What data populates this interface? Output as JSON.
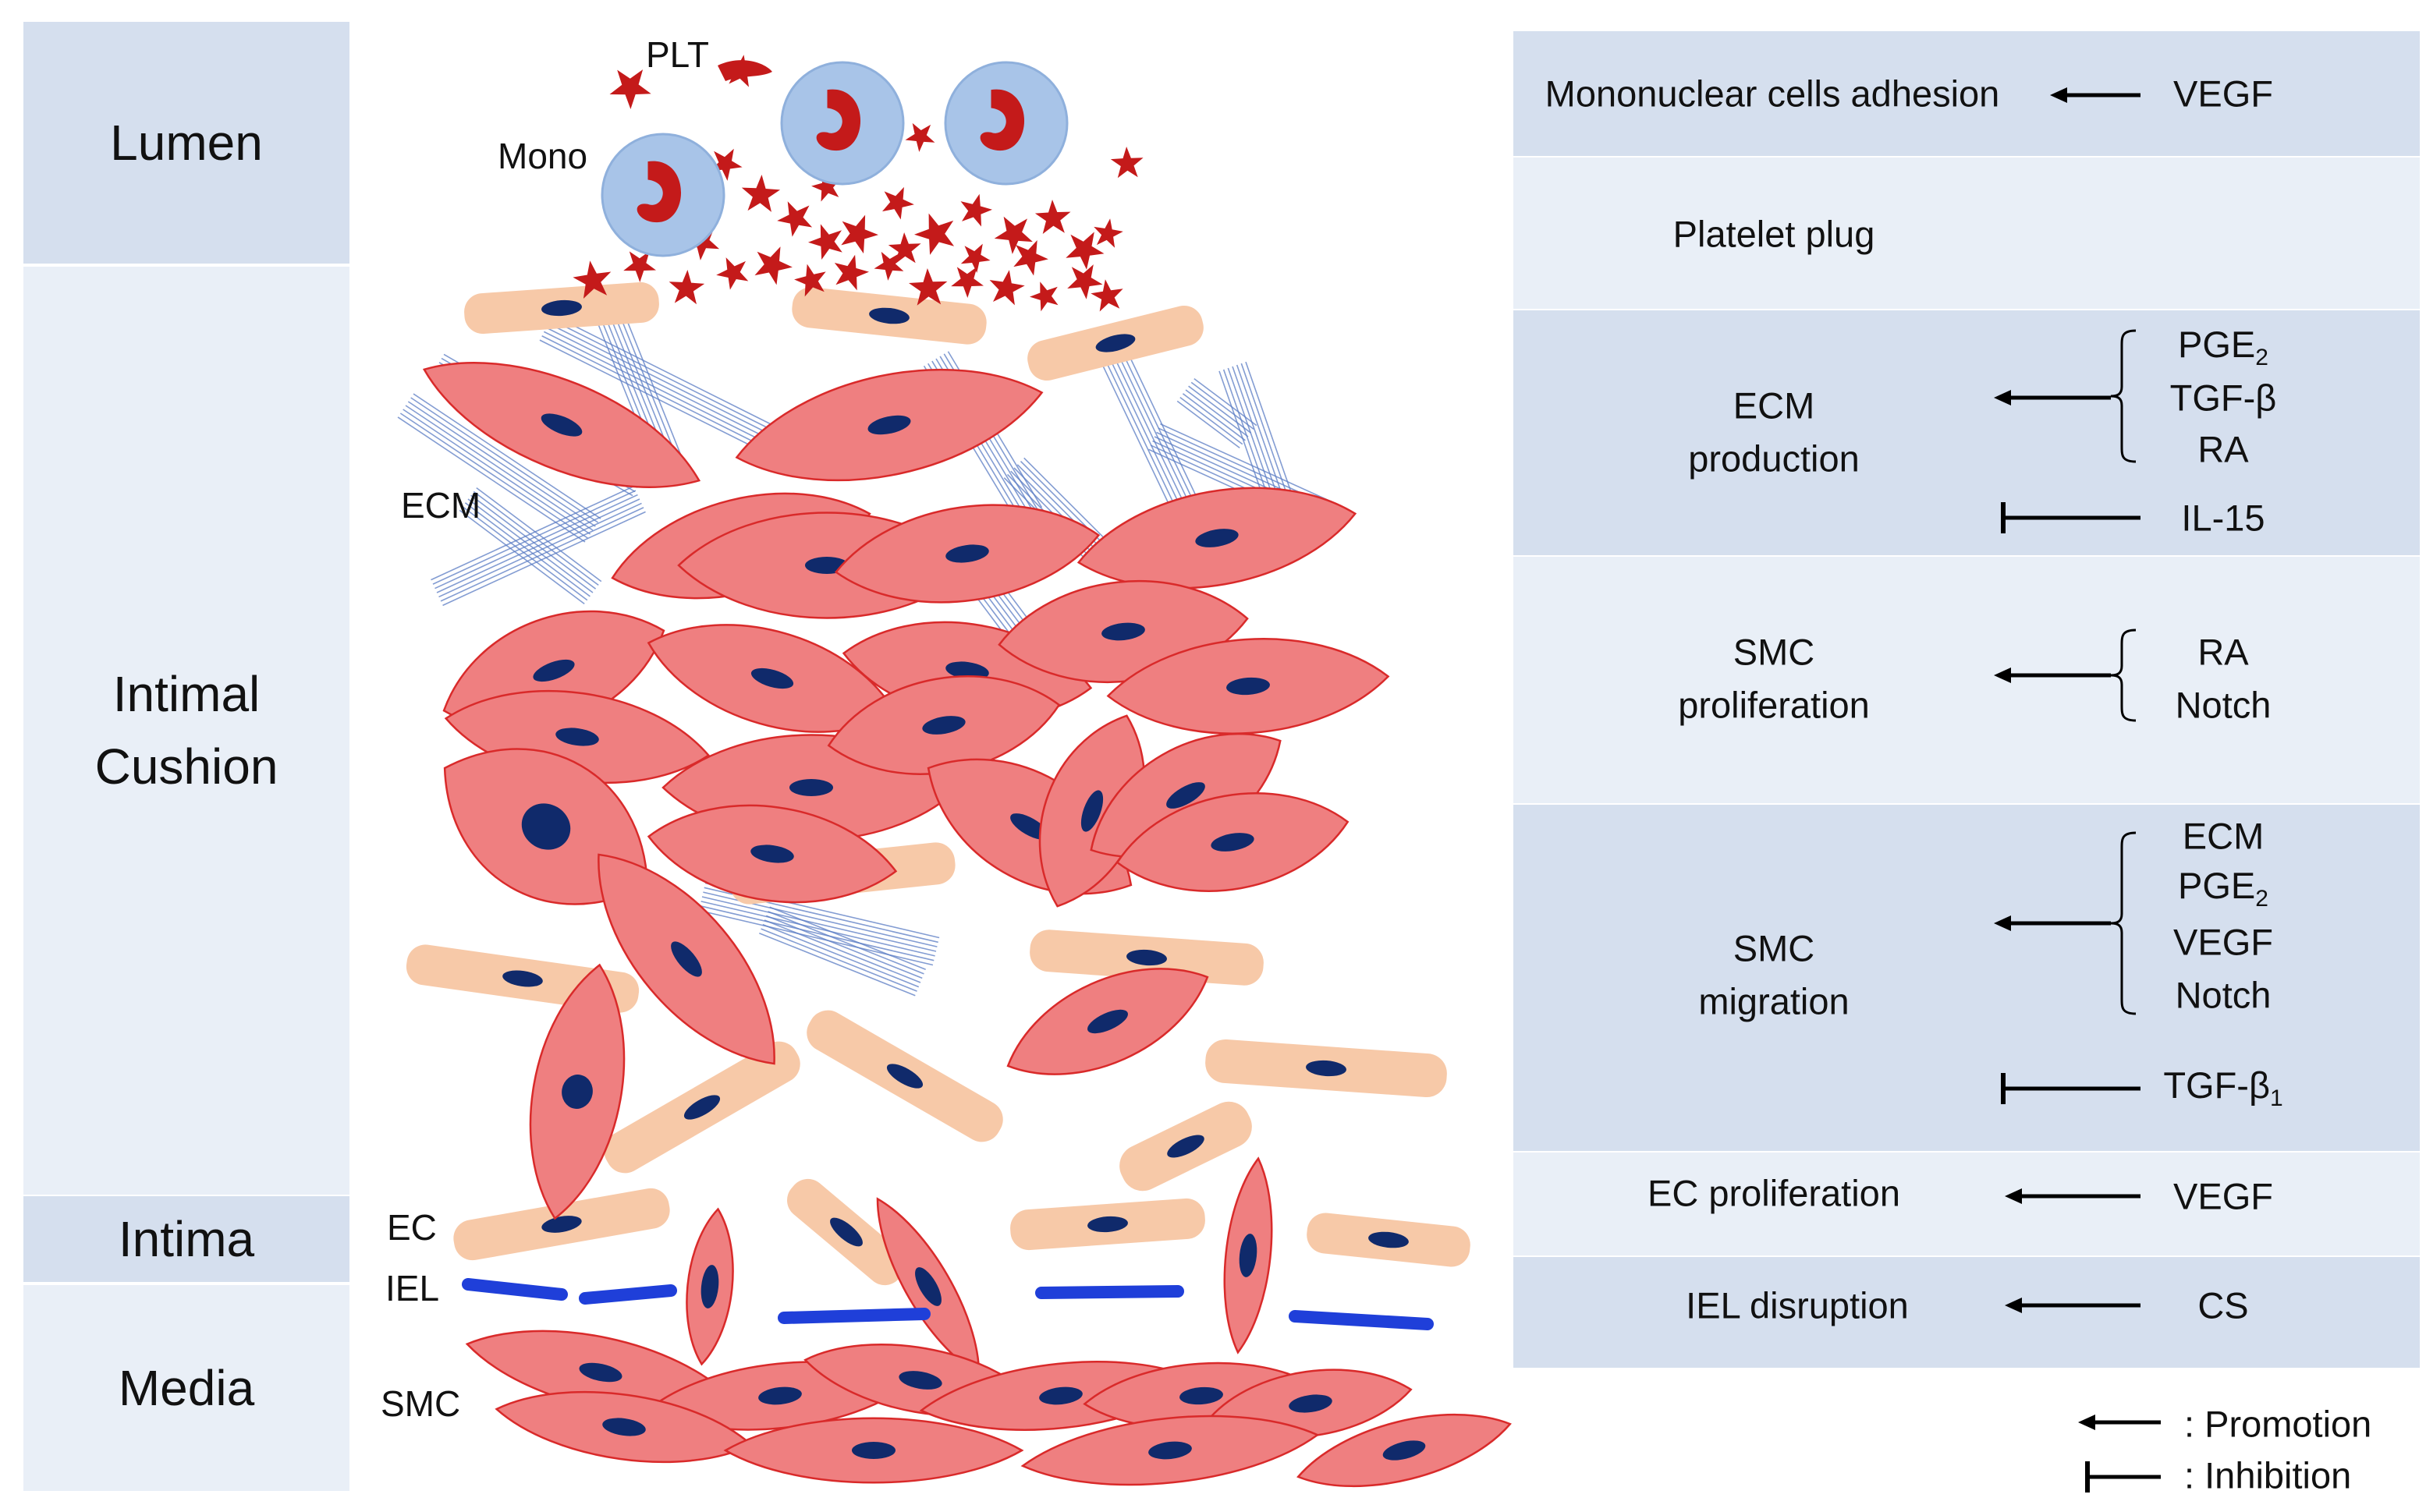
{
  "layers": {
    "lumen": "Lumen",
    "intimal_cushion_line1": "Intimal",
    "intimal_cushion_line2": "Cushion",
    "intima": "Intima",
    "media": "Media"
  },
  "diagram_labels": {
    "plt": "PLT",
    "mono": "Mono",
    "ecm": "ECM",
    "ec": "EC",
    "iel": "IEL",
    "smc": "SMC"
  },
  "processes": {
    "mononuclear_adhesion": {
      "label": "Mononuclear cells adhesion",
      "factor": "VEGF"
    },
    "platelet_plug": {
      "label": "Platelet plug"
    },
    "ecm_production": {
      "label_line1": "ECM",
      "label_line2": "production",
      "promoters": [
        "PGE",
        "TGF-β",
        "RA"
      ],
      "promoter_subscripts": [
        "2",
        "",
        ""
      ],
      "inhibitor": "IL-15"
    },
    "smc_proliferation": {
      "label_line1": "SMC",
      "label_line2": "proliferation",
      "promoters": [
        "RA",
        "Notch"
      ]
    },
    "smc_migration": {
      "label_line1": "SMC",
      "label_line2": "migration",
      "promoters": [
        "ECM",
        "PGE",
        "VEGF",
        "Notch"
      ],
      "promoter_subscripts": [
        "",
        "2",
        "",
        ""
      ],
      "inhibitor": "TGF-β",
      "inhibitor_subscript": "1"
    },
    "ec_proliferation": {
      "label": "EC proliferation",
      "factor": "VEGF"
    },
    "iel_disruption": {
      "label": "IEL disruption",
      "factor": "CS"
    }
  },
  "legend": {
    "promotion": ": Promotion",
    "inhibition": ": Inhibition"
  },
  "colors": {
    "layer_dark": "#d5dfee",
    "layer_light": "#e9eff7",
    "smc_fill": "#ef7f80",
    "smc_stroke": "#d92a2a",
    "ec_fill": "#f7c9a8",
    "nucleus": "#102a6b",
    "monocyte": "#a8c4e8",
    "platelet": "#c41a1a",
    "ecm_fibers": "#5a7cc4",
    "iel": "#1f3fd9"
  }
}
